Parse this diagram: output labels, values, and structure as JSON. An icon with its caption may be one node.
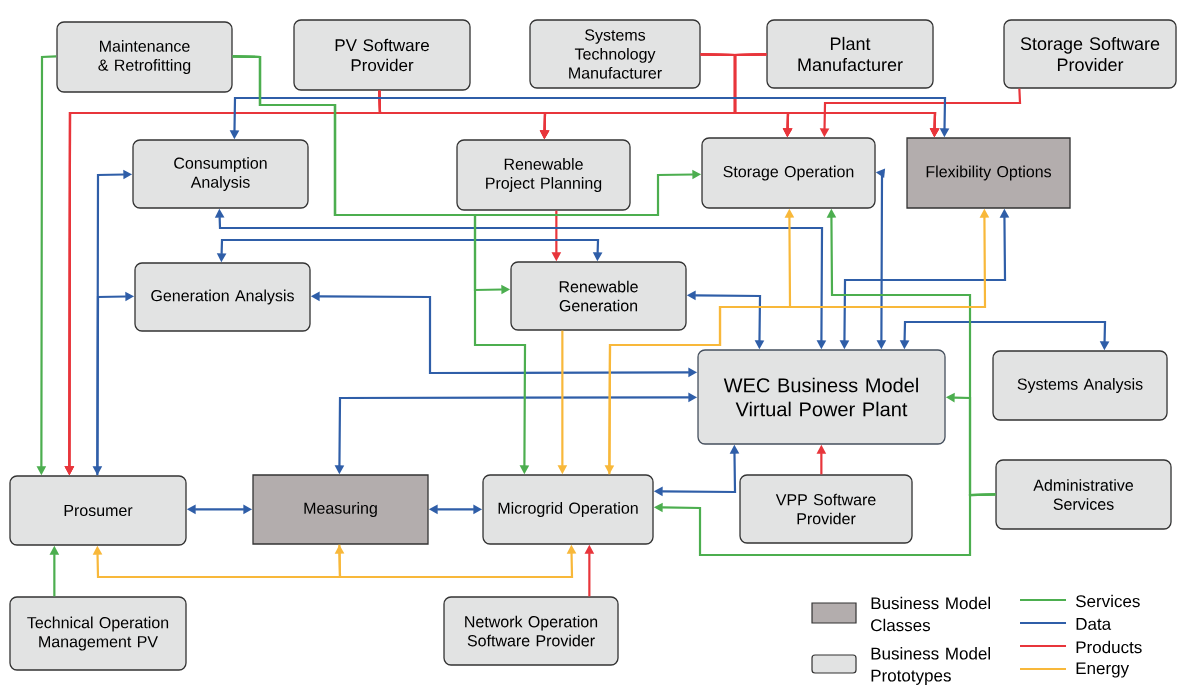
{
  "diagram": {
    "nodes": [
      {
        "text": [
          "Maintenance & Retrofitting"
        ]
      },
      {
        "text": [
          "PV Software Provider"
        ]
      },
      {
        "text": [
          "Systems Technology Manufacturer"
        ]
      },
      {
        "text": [
          "Plant Manufacturer"
        ]
      },
      {
        "text": [
          "Storage Software Provider"
        ]
      },
      {
        "text": [
          "Consumption Analysis"
        ]
      },
      {
        "text": [
          "Renewable Project Planning"
        ]
      },
      {
        "text": [
          "Storage Operation"
        ]
      },
      {
        "text": [
          "Flexibility Options"
        ]
      },
      {
        "text": [
          "Generation Analysis"
        ]
      },
      {
        "text": [
          "Renewable Generation"
        ]
      },
      {
        "text": [
          "WEC Business Model Virtual Power Plant"
        ]
      },
      {
        "text": [
          "Systems Analysis"
        ]
      },
      {
        "text": [
          "Prosumer"
        ]
      },
      {
        "text": [
          "Measuring"
        ]
      },
      {
        "text": [
          "Microgrid Operation"
        ]
      },
      {
        "text": [
          "VPP Software Provider"
        ]
      },
      {
        "text": [
          "Administrative Services"
        ]
      },
      {
        "text": [
          "Technical Operation Management PV"
        ]
      },
      {
        "text": [
          "Network Operation Software Provider"
        ]
      }
    ],
    "edges": [
      {
        "from": 1,
        "to": 13,
        "arrow": "to"
      },
      {
        "from": 1,
        "to": 6,
        "arrow": "to"
      },
      {
        "from": 1,
        "to": 7,
        "arrow": "to"
      },
      {
        "from": 1,
        "to": 8,
        "arrow": "to"
      },
      {
        "from": 2,
        "to": 13,
        "arrow": "to"
      },
      {
        "from": 2,
        "to": 6,
        "arrow": "to"
      },
      {
        "from": 2,
        "to": 7,
        "arrow": "to"
      },
      {
        "from": 2,
        "to": 8,
        "arrow": "to"
      },
      {
        "from": 3,
        "to": 13,
        "arrow": "to"
      },
      {
        "from": 3,
        "to": 6,
        "arrow": "to"
      },
      {
        "from": 3,
        "to": 7,
        "arrow": "to"
      },
      {
        "from": 3,
        "to": 8,
        "arrow": "to"
      },
      {
        "from": 4,
        "to": 7,
        "arrow": "to"
      },
      {
        "from": 6,
        "to": 10,
        "arrow": "to"
      },
      {
        "from": 16,
        "to": 11,
        "arrow": "to"
      },
      {
        "from": 19,
        "to": 15,
        "arrow": "to"
      },
      {
        "from": 5,
        "to": 8,
        "arrow": "both",
        "color": "#2f5ea8"
      },
      {
        "from": 5,
        "to": 11,
        "arrow": "both",
        "color": "#2f5ea8"
      },
      {
        "from": 9,
        "to": 10,
        "arrow": "both",
        "color": "#2f5ea8"
      },
      {
        "from": 13,
        "to": 5,
        "arrow": "to",
        "color": "#2f5ea8"
      },
      {
        "from": 13,
        "to": 9,
        "arrow": "both",
        "color": "#2f5ea8"
      },
      {
        "from": 9,
        "to": 11,
        "arrow": "both",
        "color": "#2f5ea8"
      },
      {
        "from": 11,
        "to": 14,
        "arrow": "both",
        "color": "#2f5ea8"
      },
      {
        "from": 10,
        "to": 11,
        "arrow": "both",
        "color": "#2f5ea8"
      },
      {
        "from": 7,
        "to": 11,
        "arrow": "both",
        "color": "#2f5ea8"
      },
      {
        "from": 8,
        "to": 11,
        "arrow": "both",
        "color": "#2f5ea8"
      },
      {
        "from": 11,
        "to": 12,
        "arrow": "both",
        "color": "#2f5ea8"
      },
      {
        "from": 11,
        "to": 15,
        "arrow": "both",
        "color": "#2f5ea8"
      },
      {
        "from": 13,
        "to": 14,
        "arrow": "both",
        "color": "#2f5ea8"
      },
      {
        "from": 14,
        "to": 15,
        "arrow": "both",
        "color": "#2f5ea8"
      },
      {
        "from": 0,
        "to": 13,
        "arrow": "to",
        "color": "#4cae4f"
      },
      {
        "from": 0,
        "to": 7,
        "arrow": "to",
        "color": "#4cae4f"
      },
      {
        "from": 0,
        "to": 10,
        "arrow": "to",
        "color": "#4cae4f"
      },
      {
        "from": 0,
        "to": 15,
        "arrow": "to",
        "color": "#4cae4f"
      },
      {
        "from": 18,
        "to": 13,
        "arrow": "to",
        "color": "#4cae4f"
      },
      {
        "from": 17,
        "to": 11,
        "arrow": "to",
        "color": "#4cae4f"
      },
      {
        "from": 17,
        "to": 15,
        "arrow": "to",
        "color": "#4cae4f"
      },
      {
        "from": 17,
        "to": 7,
        "arrow": "to",
        "color": "#4cae4f"
      },
      {
        "from": 10,
        "to": 15,
        "arrow": "to",
        "color": "#f8b83a"
      },
      {
        "from": 15,
        "to": 7,
        "arrow": "to",
        "color": "#f8b83a"
      },
      {
        "from": 15,
        "to": 8,
        "arrow": "both",
        "color": "#f8b83a"
      },
      {
        "from": 13,
        "to": 14,
        "arrow": "both",
        "color": "#f8b83a"
      },
      {
        "from": 14,
        "to": 15,
        "arrow": "to",
        "color": "#f8b83a"
      }
    ],
    "legend": [
      {
        "text": "Business Model Classes",
        "color": "#b3adad"
      },
      {
        "text": "Business Model Prototypes",
        "color": "#e2e3e3"
      },
      {
        "text": "Services"
      },
      {
        "text": "Data"
      },
      {
        "text": "Products"
      },
      {
        "text": "Energy"
      }
    ]
  }
}
